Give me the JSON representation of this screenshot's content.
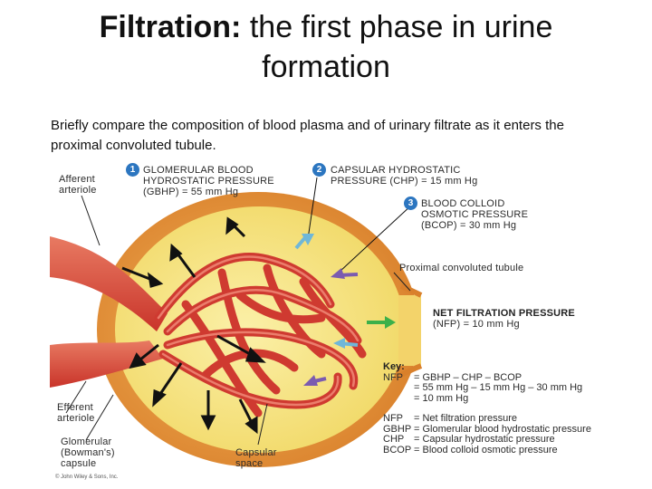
{
  "title": {
    "bold": "Filtration:",
    "rest": " the first phase in urine",
    "line2": "formation"
  },
  "intro": "Briefly compare the composition of blood plasma and of urinary filtrate as it enters the proximal convoluted tubule.",
  "labels": {
    "afferent": [
      "Afferent",
      "arteriole"
    ],
    "efferent": [
      "Efferent",
      "arteriole"
    ],
    "glomerular_capsule": [
      "Glomerular",
      "(Bowman's)",
      "capsule"
    ],
    "capsular_space": [
      "Capsular",
      "space"
    ],
    "proximal_tubule": "Proximal convoluted tubule"
  },
  "pressures": [
    {
      "number": "1",
      "lines": [
        "GLOMERULAR BLOOD",
        "HYDROSTATIC PRESSURE",
        "(GBHP) = 55 mm Hg"
      ]
    },
    {
      "number": "2",
      "lines": [
        "CAPSULAR HYDROSTATIC",
        "PRESSURE (CHP) = 15 mm Hg"
      ]
    },
    {
      "number": "3",
      "lines": [
        "BLOOD COLLOID",
        "OSMOTIC PRESSURE",
        "(BCOP) = 30 mm Hg"
      ]
    }
  ],
  "nfp": {
    "title": "NET FILTRATION PRESSURE",
    "value": "(NFP) = 10 mm Hg"
  },
  "key": {
    "heading": "Key:",
    "rows": [
      {
        "term": "NFP",
        "def": "= GBHP – CHP – BCOP"
      },
      {
        "term": "",
        "def": "= 55 mm Hg – 15 mm Hg – 30 mm Hg"
      },
      {
        "term": "",
        "def": "= 10 mm Hg"
      }
    ],
    "defs": [
      {
        "term": "NFP",
        "def": "= Net filtration pressure"
      },
      {
        "term": "GBHP",
        "def": "= Glomerular blood hydrostatic pressure"
      },
      {
        "term": "CHP",
        "def": "= Capsular hydrostatic pressure"
      },
      {
        "term": "BCOP",
        "def": "= Blood colloid osmotic pressure"
      }
    ]
  },
  "copyright": "© John Wiley & Sons, Inc.",
  "colors": {
    "capsule": "#e89a3c",
    "capsular_space": "#f6e27a",
    "vessel": "#d8483a",
    "arrow_blue": "#6fb7d8",
    "arrow_purple": "#7b5bb0",
    "arrow_green": "#3cb04a",
    "badge": "#2c76c0"
  }
}
